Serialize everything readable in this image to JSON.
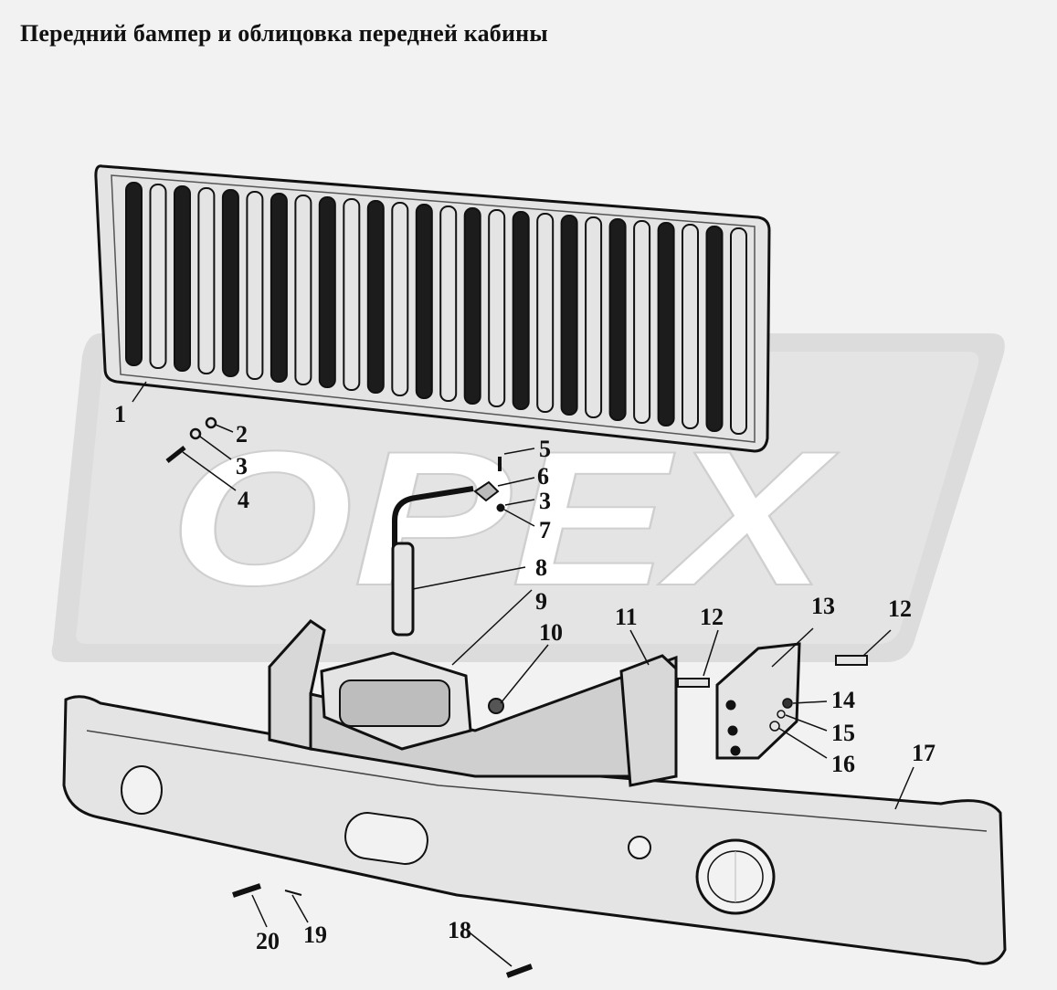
{
  "title": "Передний бампер и облицовка передней кабины",
  "watermark": "OPEX",
  "colors": {
    "background": "#f2f2f2",
    "ink": "#111111",
    "part_fill": "#e4e4e4",
    "slot_fill": "#1c1c1c",
    "watermark_fill": "#ffffff",
    "watermark_band": "#d4d4d4"
  },
  "parts": {
    "grille": "1",
    "washer": "2",
    "spring_washer": "3",
    "bolt": "4",
    "bolt_small": "5",
    "clip": "6",
    "nut": "7",
    "tow_hook": "8",
    "hook_bracket": "9",
    "nut_10": "10",
    "bracket_left": "11",
    "bolt_12": "12",
    "bracket_right": "13",
    "nut_14": "14",
    "spring_washer_15": "15",
    "washer_16": "16",
    "bumper": "17",
    "bolt_18": "18",
    "cotter_pin": "19",
    "pin": "20"
  }
}
